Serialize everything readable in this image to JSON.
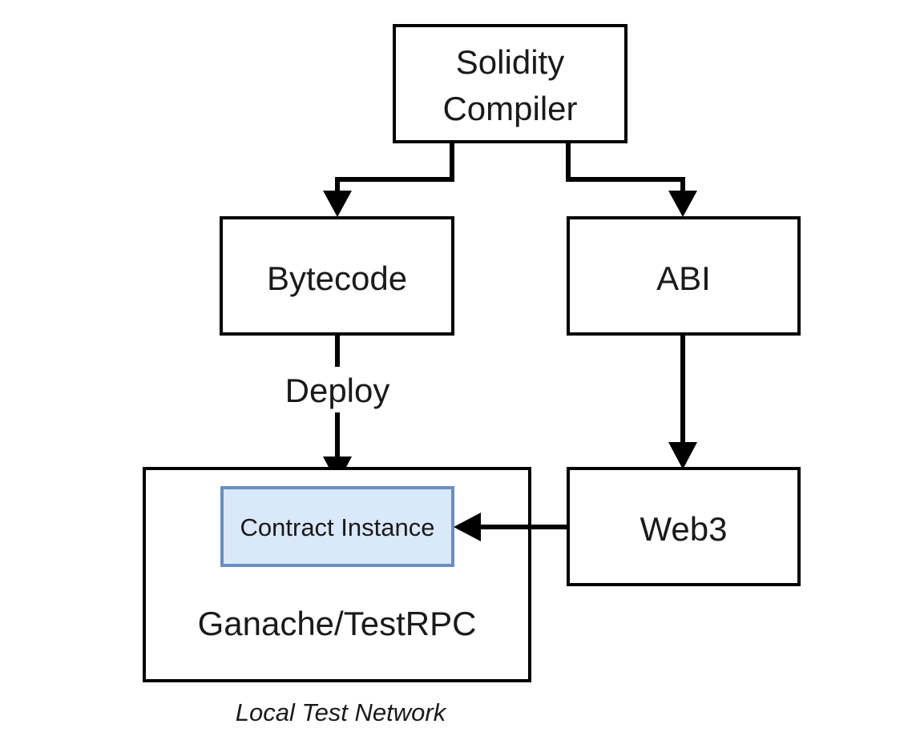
{
  "nodes": {
    "compiler": {
      "line1": "Solidity",
      "line2": "Compiler"
    },
    "bytecode": {
      "label": "Bytecode"
    },
    "abi": {
      "label": "ABI"
    },
    "ganache": {
      "label": "Ganache/TestRPC"
    },
    "contract_instance": {
      "label": "Contract Instance"
    },
    "web3": {
      "label": "Web3"
    }
  },
  "edges": {
    "deploy_label": "Deploy"
  },
  "caption": "Local Test Network",
  "colors": {
    "stroke": "#000000",
    "text": "#1a1a1a",
    "instance_fill": "#dae8fc",
    "instance_stroke": "#6c8ebf"
  }
}
